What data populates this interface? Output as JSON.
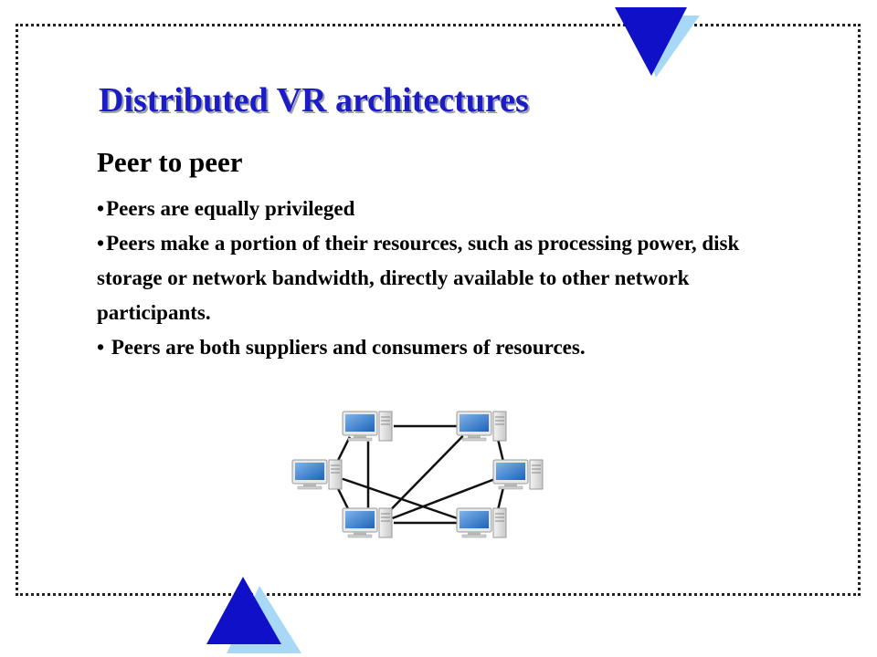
{
  "slide": {
    "title": "Distributed VR architectures",
    "subtitle": "Peer to peer",
    "bullets": [
      {
        "marker": "•",
        "text": "Peers are equally privileged"
      },
      {
        "marker": "•",
        "text": "Peers make a portion of their resources, such as processing power, disk storage or network bandwidth, directly available to other network participants."
      },
      {
        "marker": "• ",
        "text": "Peers are both suppliers and consumers of resources."
      }
    ]
  },
  "diagram": {
    "nodes": [
      {
        "id": "n1",
        "icon": "computer-icon"
      },
      {
        "id": "n2",
        "icon": "computer-icon"
      },
      {
        "id": "n3",
        "icon": "computer-icon"
      },
      {
        "id": "n4",
        "icon": "computer-icon"
      },
      {
        "id": "n5",
        "icon": "computer-icon"
      },
      {
        "id": "n6",
        "icon": "computer-icon"
      }
    ],
    "edges": [
      [
        "n1",
        "n2"
      ],
      [
        "n1",
        "n3"
      ],
      [
        "n1",
        "n5"
      ],
      [
        "n2",
        "n4"
      ],
      [
        "n2",
        "n5"
      ],
      [
        "n3",
        "n5"
      ],
      [
        "n3",
        "n6"
      ],
      [
        "n4",
        "n6"
      ],
      [
        "n4",
        "n5"
      ],
      [
        "n5",
        "n6"
      ]
    ]
  },
  "colors": {
    "title": "#1c1cc7",
    "triangle_dark": "#1010c8",
    "triangle_light": "#a8d8f5",
    "screen": "#1e63b8"
  }
}
